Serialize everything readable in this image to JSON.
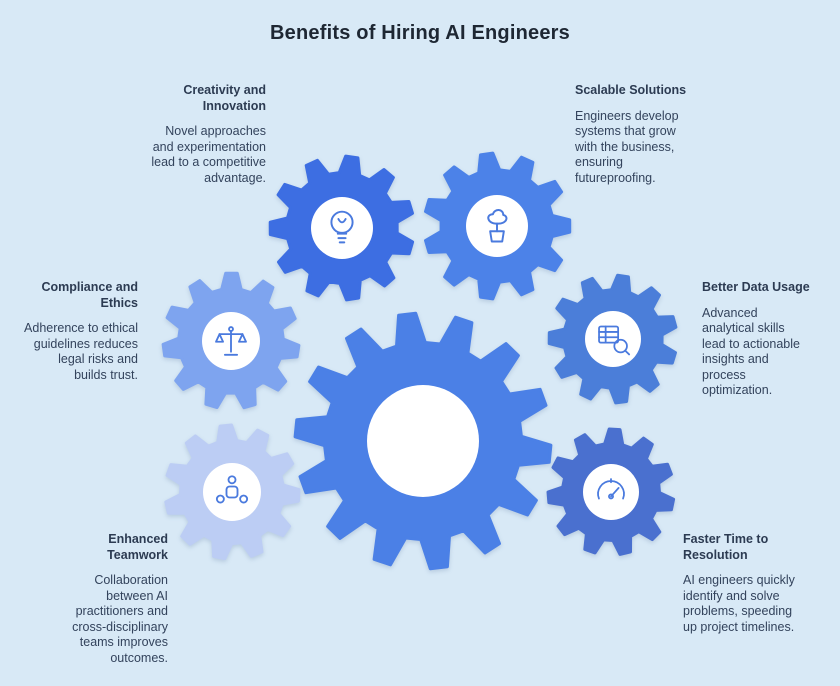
{
  "title": "Benefits of Hiring AI Engineers",
  "colors": {
    "background": "#d8e9f6",
    "title_color": "#1e2733",
    "text_color": "#33435c",
    "icon_stroke": "#4a7ade",
    "gear_hole": "#ffffff",
    "gear_central": "#4b80e6",
    "gear_creativity": "#3d6ee2",
    "gear_scalable": "#4c82e8",
    "gear_compliance": "#7ea4ef",
    "gear_data": "#4b7ed9",
    "gear_teamwork": "#bccdf4",
    "gear_resolution": "#4a70cf"
  },
  "benefits": [
    {
      "id": "creativity",
      "heading": "Creativity and Innovation",
      "body": "Novel approaches and experimentation lead to a competitive advantage.",
      "icon": "lightbulb-innovation-icon"
    },
    {
      "id": "scalable",
      "heading": "Scalable Solutions",
      "body": "Engineers develop systems that grow with the business, ensuring futureproofing.",
      "icon": "growing-plant-icon"
    },
    {
      "id": "compliance",
      "heading": "Compliance and Ethics",
      "body": "Adherence to ethical guidelines reduces legal risks and builds trust.",
      "icon": "balance-scales-icon"
    },
    {
      "id": "data",
      "heading": "Better Data Usage",
      "body": "Advanced analytical skills lead to actionable insights and process optimization.",
      "icon": "data-table-magnifier-icon"
    },
    {
      "id": "teamwork",
      "heading": "Enhanced Teamwork",
      "body": "Collaboration between AI practitioners and cross-disciplinary teams improves outcomes.",
      "icon": "team-around-table-icon"
    },
    {
      "id": "resolution",
      "heading": "Faster Time to Resolution",
      "body": "AI engineers quickly identify and solve problems, speeding up project timelines.",
      "icon": "speed-gauge-icon"
    }
  ]
}
